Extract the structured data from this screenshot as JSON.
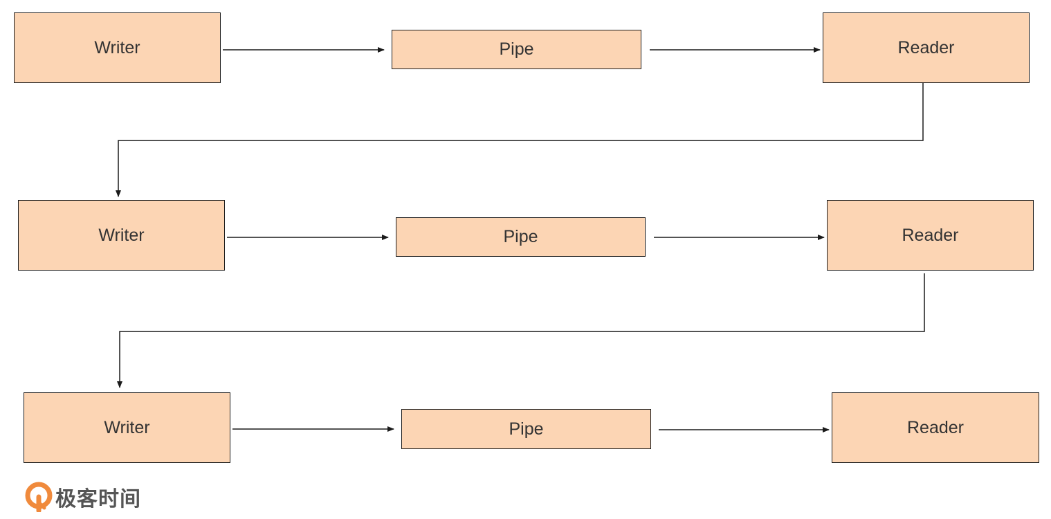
{
  "rows": [
    {
      "writer": "Writer",
      "pipe": "Pipe",
      "reader": "Reader"
    },
    {
      "writer": "Writer",
      "pipe": "Pipe",
      "reader": "Reader"
    },
    {
      "writer": "Writer",
      "pipe": "Pipe",
      "reader": "Reader"
    }
  ],
  "colors": {
    "node_fill": "#fcd5b4",
    "stroke": "#1a1a1a",
    "logo_orange": "#f08a3c",
    "logo_text": "#555555"
  },
  "logo": {
    "icon": "geektime-logo-icon",
    "text": "极客时间"
  }
}
